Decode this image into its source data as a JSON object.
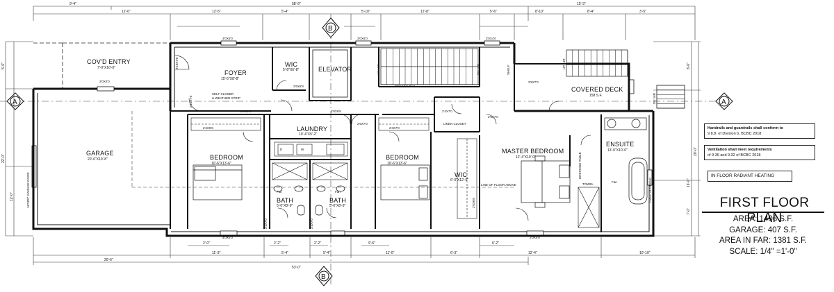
{
  "title": "FIRST FLOOR PLAN",
  "stats": {
    "area": "AREA: 1406 S.F.",
    "garage": "GARAGE: 407 S.F.",
    "far": "AREA IN FAR: 1381 S.F.",
    "scale": "SCALE: 1/4\" =1'-0\""
  },
  "notes": {
    "handrails_bold": "Handrails and guardrails shall conform to",
    "handrails_rest": "9.8.8. of Division b, BCBC 2018",
    "ventilation_bold": "Ventilation shall meet requirements",
    "ventilation_rest": "of 9.36 and 9.32 of BCBC 2018",
    "radiant": "IN FLOOR RADIANT HEATING"
  },
  "rooms": {
    "covd_entry": "COV'D ENTRY",
    "covd_entry_area": "7'-0\"X10'-0\"",
    "foyer": "FOYER",
    "foyer_area": "15'-5\"X8'-8\"",
    "wic_top": "WIC",
    "wic_top_area": "5'-8\"X6'-8\"",
    "elevator": "ELEVATOR",
    "covered_deck": "COVERED DECK",
    "covered_deck_area": "158 S.F.",
    "garage": "GARAGE",
    "garage_area": "20'-6\"X19'-8\"",
    "laundry": "LAUNDRY",
    "laundry_area": "10'-4\"X5'-2\"",
    "bedroom_1": "BEDROOM",
    "bedroom_1_area": "10'-6\"X13'-6\"",
    "bedroom_2": "BEDROOM",
    "bedroom_2_area": "10'-6\"X13'-6\"",
    "master": "MASTER BEDROOM",
    "master_area": "12'-4\"X19'-0\"",
    "ensuite": "ENSUITE",
    "ensuite_area": "13'-0\"X10'-0\"",
    "wic_master": "WIC",
    "wic_master_area": "6'-0\"X12'-0\"",
    "bath_1": "BATH",
    "bath_1_area": "5'-0\"X8'-9\"",
    "bath_2": "BATH",
    "bath_2_area": "5'-0\"X8'-9\"",
    "linen": "LINEN CLOSET"
  },
  "labels": {
    "self_closer": "SELF CLOSER",
    "weather_strip": "& WEATHER STRIP",
    "high_rail": "39\" HIGH RAIL",
    "line_floor_above": "LINE OF FLOOR ABOVE",
    "garage_door": "16'X8'0\" GARAGE DOOR",
    "shelf": "SHELF",
    "towel": "TOWEL",
    "dressing_table": "DRESSING TABLE",
    "free_standing": "FREE STANDING",
    "fan": "Fan",
    "up": "UP 16R",
    "dn": "DN 16R",
    "w": "W",
    "d": "D"
  },
  "markers": {
    "section_a": "A",
    "section_b": "B"
  },
  "dimensions": {
    "overall_top": "58'-9\"",
    "top_left": "9'-4\"",
    "top_right": "15'-3\"",
    "top_row": [
      "12'-6\"",
      "12'-5\"",
      "5'-4\"",
      "5'-10\"",
      "12'-8\"",
      "5'-6\"",
      "8'-10\"",
      "8'-4\"",
      "3'-5\""
    ],
    "overall_bottom": "53'-0\"",
    "bottom_left": "20'-6\"",
    "bottom_row": [
      "11'-3\"",
      "5'-4\"",
      "5'-4\"",
      "11'-0\"",
      "6'-3\"",
      "12'-4\"",
      "10'-10\""
    ],
    "bottom_small": [
      "2'-0\"",
      "2'-2\"",
      "2'-2\"",
      "9'-6\"",
      "6'-2\""
    ],
    "left_side": [
      "5'-0\"",
      "22'-0\"",
      "12'-0\""
    ],
    "right_side": [
      "8'-0\"",
      "20'-0\"",
      "16'-0\"",
      "7'-0\""
    ],
    "doors": [
      "2'10X7'0",
      "2'6X6'8",
      "2'10X7'0",
      "2'4X6'8",
      "3'0X6'8",
      "2'8X6'8",
      "2'4X7'0",
      "2'4X7'0",
      "2'4X7'0",
      "2'6X7'0",
      "2'4X7'0",
      "2'6X7'0",
      "2'8X7'0",
      "2'6X6'8"
    ],
    "windows": [
      "3'0X5'0",
      "3'0X6'0",
      "3'0X4'0",
      "3'0X4'0",
      "4'0X5'0",
      "3'0X5'0"
    ]
  }
}
